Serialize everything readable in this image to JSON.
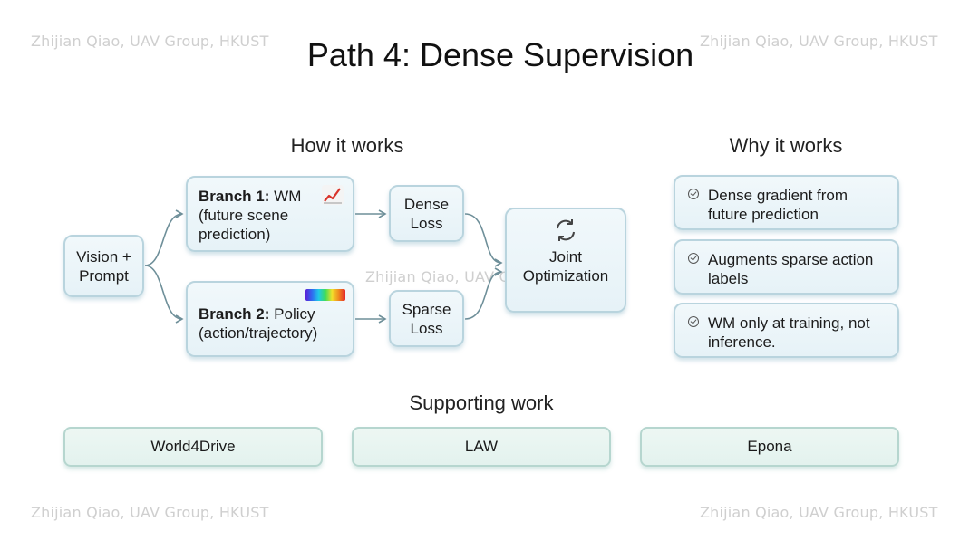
{
  "watermark": "Zhijian Qiao, UAV Group, HKUST",
  "title": "Path 4: Dense Supervision",
  "how": {
    "heading": "How it works",
    "input": "Vision + Prompt",
    "branch1": {
      "label": "Branch 1:",
      "text": "WM (future scene prediction)",
      "icon": "line-chart-icon"
    },
    "branch2": {
      "label": "Branch 2:",
      "text": "Policy (action/trajectory)",
      "icon": "rainbow-gradient-icon"
    },
    "dense_loss": "Dense Loss",
    "sparse_loss": "Sparse Loss",
    "joint": "Joint Optimization",
    "joint_icon": "refresh-cycle-icon"
  },
  "why": {
    "heading": "Why it works",
    "items": [
      "Dense gradient from future prediction",
      "Augments sparse action labels",
      "WM only at training, not inference."
    ]
  },
  "supporting": {
    "heading": "Supporting work",
    "items": [
      "World4Drive",
      "LAW",
      "Epona"
    ]
  },
  "colors": {
    "box_border": "#b9d4de",
    "box_fill": "#e6f2f7",
    "support_border": "#b6d6cf",
    "arrow": "#6e8f99",
    "watermark": "#cfcfcf"
  }
}
